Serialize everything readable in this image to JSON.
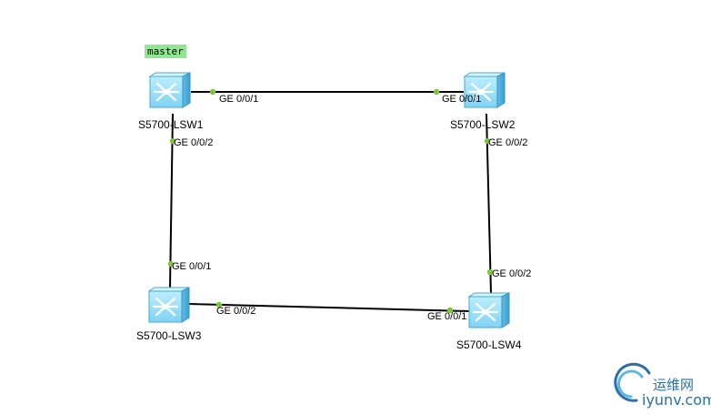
{
  "devices": [
    {
      "id": "lsw1",
      "name": "S5700-LSW1",
      "tag": "master"
    },
    {
      "id": "lsw2",
      "name": "S5700-LSW2"
    },
    {
      "id": "lsw3",
      "name": "S5700-LSW3"
    },
    {
      "id": "lsw4",
      "name": "S5700-LSW4"
    }
  ],
  "links": [
    {
      "id": "l12",
      "from": "lsw1",
      "to": "lsw2",
      "from_port": "GE 0/0/1",
      "to_port": "GE 0/0/1"
    },
    {
      "id": "l13",
      "from": "lsw1",
      "to": "lsw3",
      "from_port": "GE 0/0/2",
      "to_port": "GE 0/0/1"
    },
    {
      "id": "l24",
      "from": "lsw2",
      "to": "lsw4",
      "from_port": "GE 0/0/2",
      "to_port": "GE 0/0/2"
    },
    {
      "id": "l34",
      "from": "lsw3",
      "to": "lsw4",
      "from_port": "GE 0/0/2",
      "to_port": "GE 0/0/1"
    }
  ],
  "colors": {
    "port_dot": "#7dc832",
    "link": "#000000",
    "switch_top": "#a9e6fb",
    "switch_side": "#4db0e0",
    "tag_bg": "#8fe88f"
  },
  "watermark": {
    "line1": "运维网",
    "line2": "iyunv.com"
  }
}
